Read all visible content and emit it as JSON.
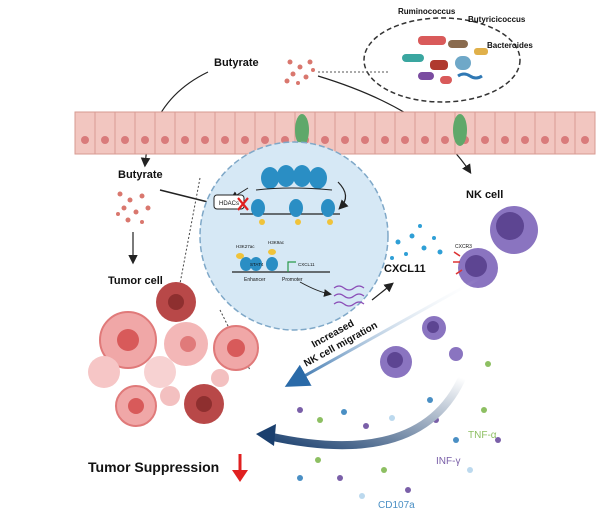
{
  "labels": {
    "butyrate_top": "Butyrate",
    "butyrate_left": "Butyrate",
    "tumor_cell": "Tumor cell",
    "nk_cell": "NK cell",
    "cxcl11": "CXCL11",
    "cxcr3": "CXCR3",
    "migration_line1": "Increased",
    "migration_line2": "NK cell migration",
    "tumor_suppression": "Tumor Suppression",
    "tnf": "TNF-α",
    "ifn": "INF-γ",
    "cd107a": "CD107a"
  },
  "bacteria": {
    "ruminococcus": "Ruminococcus",
    "butyricicoccus": "Butyricicoccus",
    "bacteroides": "Bacteroides"
  },
  "nucleus": {
    "hdacs": "HDACs",
    "h3k27ac": "H3K27ac",
    "h3k9ac": "H3K9ac",
    "stat4": "STAT4",
    "enhancer": "Enhancer",
    "promoter": "Promoter",
    "cxcl11_gene": "CXCL11"
  },
  "colors": {
    "butyrate_dot": "#d9776e",
    "epithelium": "#f2c6c0",
    "nucleus_fill": "#d6e8f5",
    "nk_cell": "#7b63b0",
    "tumor": "#e48a8a",
    "arrow_blue": "#1e5b8c",
    "suppression_arrow": "#e02020",
    "tnf_color": "#8dbf62",
    "ifn_color": "#7a5fa8",
    "cd107a_color": "#4a8fc4"
  }
}
